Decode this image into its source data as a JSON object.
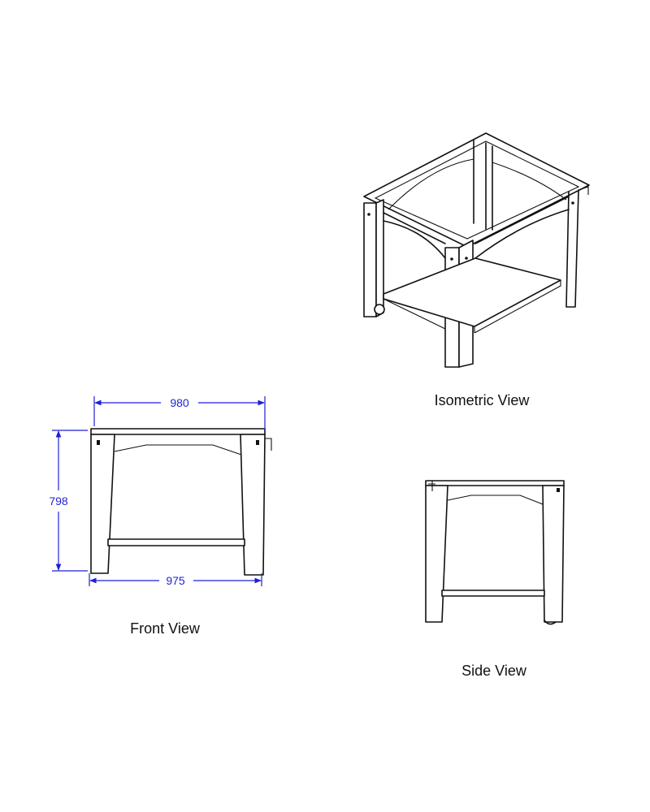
{
  "views": {
    "isometric": {
      "caption": "Isometric View"
    },
    "front": {
      "caption": "Front View"
    },
    "side": {
      "caption": "Side View"
    }
  },
  "dimensions": {
    "top_width": "980",
    "height": "798",
    "bottom_width": "975"
  },
  "colors": {
    "line": "#111111",
    "dimension": "#1f1fd6",
    "background": "#ffffff"
  }
}
